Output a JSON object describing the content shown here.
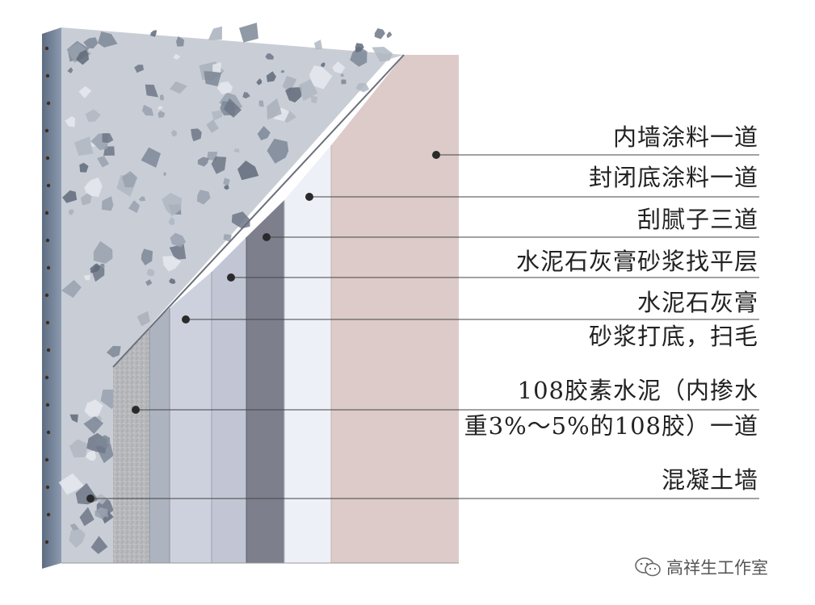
{
  "diagram": {
    "layers": [
      {
        "lines": [
          "内墙涂料一道"
        ]
      },
      {
        "lines": [
          "封闭底涂料一道"
        ]
      },
      {
        "lines": [
          "刮腻子三道"
        ]
      },
      {
        "lines": [
          "水泥石灰膏砂浆找平层"
        ]
      },
      {
        "lines": [
          "水泥石灰膏",
          "砂浆打底，扫毛"
        ]
      },
      {
        "lines": [
          "108胶素水泥（内掺水",
          "重3%～5%的108胶）一道"
        ]
      },
      {
        "lines": [
          "混凝土墙"
        ]
      }
    ],
    "colors": {
      "concrete": "#c9ced6",
      "base_mortar": "#b9bcbf",
      "cement_slurry": "#ccd1dd",
      "leveling": "#c2c6d4",
      "putty": "#7e7f8d",
      "sealer": "#eef0f7",
      "paint": "#dccbc8",
      "leader": "#444444"
    }
  },
  "watermark": {
    "icon": "wechat-icon",
    "text": "高祥生工作室"
  }
}
